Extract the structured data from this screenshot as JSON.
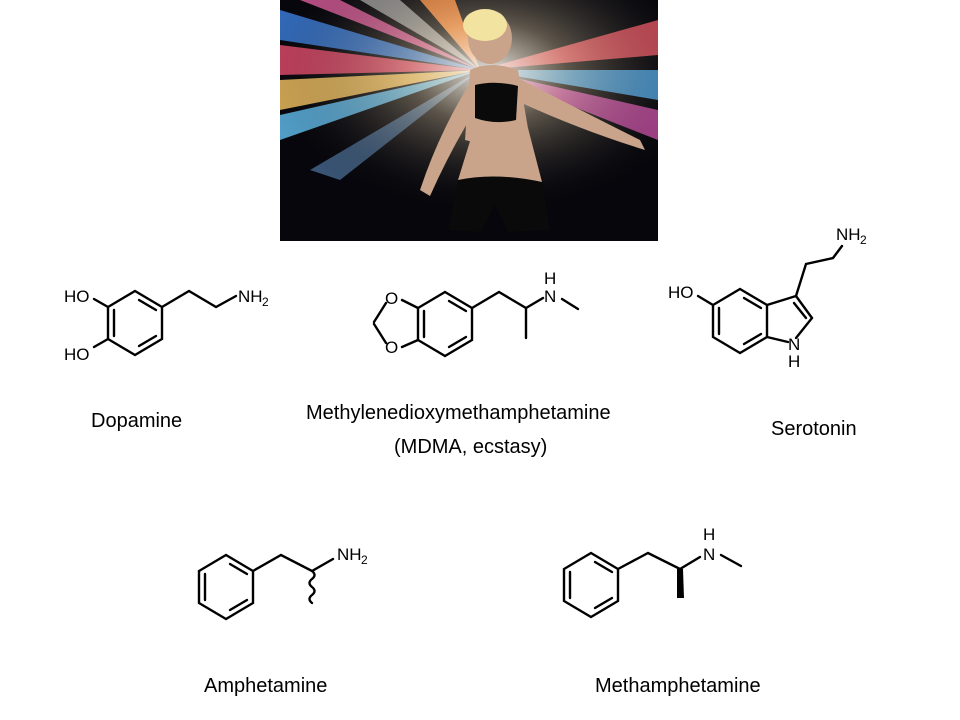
{
  "labels": {
    "dopamine": "Dopamine",
    "mdma_name": "Methylenedioxymethamphetamine",
    "mdma_alias": "(MDMA, ecstasy)",
    "serotonin": "Serotonin",
    "amphetamine": "Amphetamine",
    "methamphetamine": "Methamphetamine"
  },
  "atoms": {
    "ho": "HO",
    "nh": "NH",
    "two": "2",
    "n": "N",
    "h": "H",
    "o": "O"
  },
  "photo": {
    "subject": "dancer-under-colored-light-beams"
  }
}
